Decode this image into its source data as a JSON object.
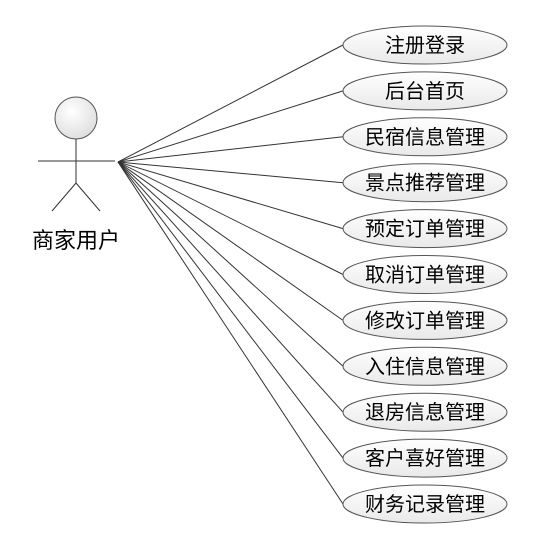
{
  "actor": {
    "name": "商家用户"
  },
  "use_cases": [
    "注册登录",
    "后台首页",
    "民宿信息管理",
    "景点推荐管理",
    "预定订单管理",
    "取消订单管理",
    "修改订单管理",
    "入住信息管理",
    "退房信息管理",
    "客户喜好管理",
    "财务记录管理"
  ],
  "colors": {
    "ellipse_fill_top": "#ffffff",
    "ellipse_fill_bottom": "#e9e9e9",
    "ellipse_stroke": "#555555",
    "line": "#333333",
    "actor_fill": "#eeeeee"
  }
}
